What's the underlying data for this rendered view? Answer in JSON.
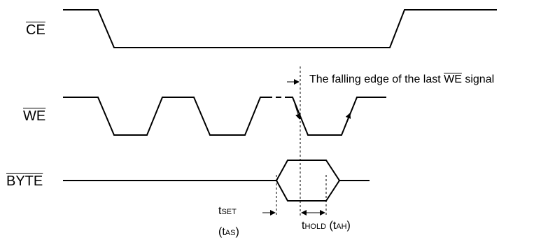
{
  "signals": {
    "ce": "CE",
    "we": "WE",
    "byte": "BYTE"
  },
  "annotation": {
    "prefix": "The falling edge of the last ",
    "signal": "WE",
    "suffix": " signal"
  },
  "timing": {
    "t_set_main": "t",
    "t_set_sub": "SET",
    "t_as_open": "(t",
    "t_as_sub": "AS",
    "t_as_close": ")",
    "t_hold_main": "t",
    "t_hold_sub": "HOLD",
    "t_ah_open": "(t",
    "t_ah_sub": "AH",
    "t_ah_close": ")"
  }
}
